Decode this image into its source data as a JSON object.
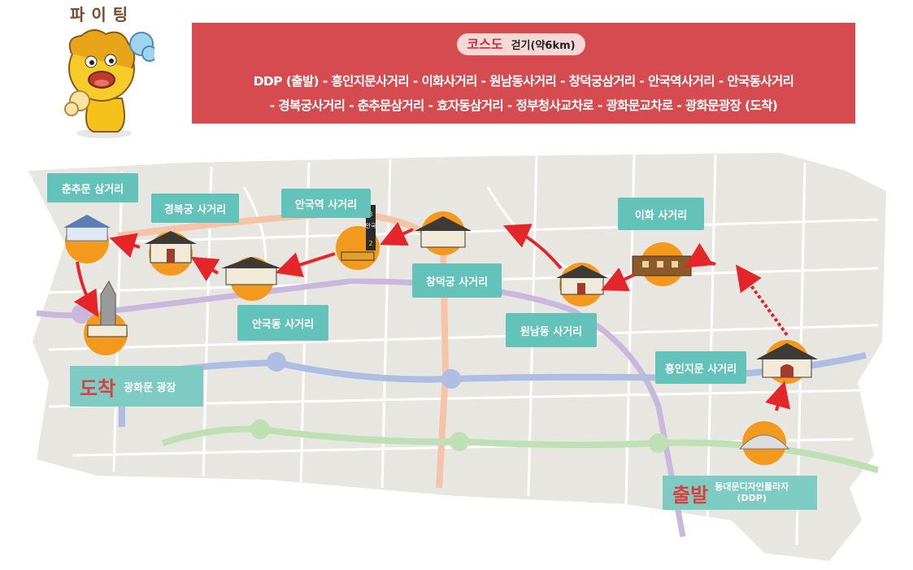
{
  "mascot": {
    "title": "파이팅"
  },
  "banner": {
    "course_label": "코스도",
    "walk_label": "걷기(약6km)",
    "route_line1": "DDP (출발) - 흥인지문사거리 - 이화사거리 - 원남동사거리 - 창덕궁삼거리 - 안국역사거리 - 안국동사거리",
    "route_line2": "- 경복궁사거리 - 춘추문삼거리 - 효자동삼거리 - 정부청사교차로 - 광화문교차로 - 광화문광장 (도착)"
  },
  "stops": {
    "chunchumun": "춘추문 삼거리",
    "gyeongbokgung": "경복궁 사거리",
    "anguk_station": "안국역 사거리",
    "changdeokgung": "창덕궁 사거리",
    "anguk_dong": "안국동 사거리",
    "ihwa": "이화 사거리",
    "wonnam": "원남동 사거리",
    "heunginjimun": "흥인지문 사거리"
  },
  "subway_sign": {
    "top": "안국",
    "number": "3",
    "line": "2"
  },
  "finish": {
    "word": "도착",
    "name": "광화문 광장"
  },
  "start": {
    "word": "출발",
    "name_line1": "동대문디자인플라자",
    "name_line2": "(DDP)"
  },
  "colors": {
    "banner_bg": "#d64b4f",
    "label_bg": "#63c3bb",
    "route_arrow": "#e4262b",
    "landmark_circle": "#f39a1e",
    "line_purple": "#c9b7dd",
    "line_blue": "#aebde2",
    "line_green": "#bfe0b5",
    "line_orange": "#f5c4a8"
  }
}
